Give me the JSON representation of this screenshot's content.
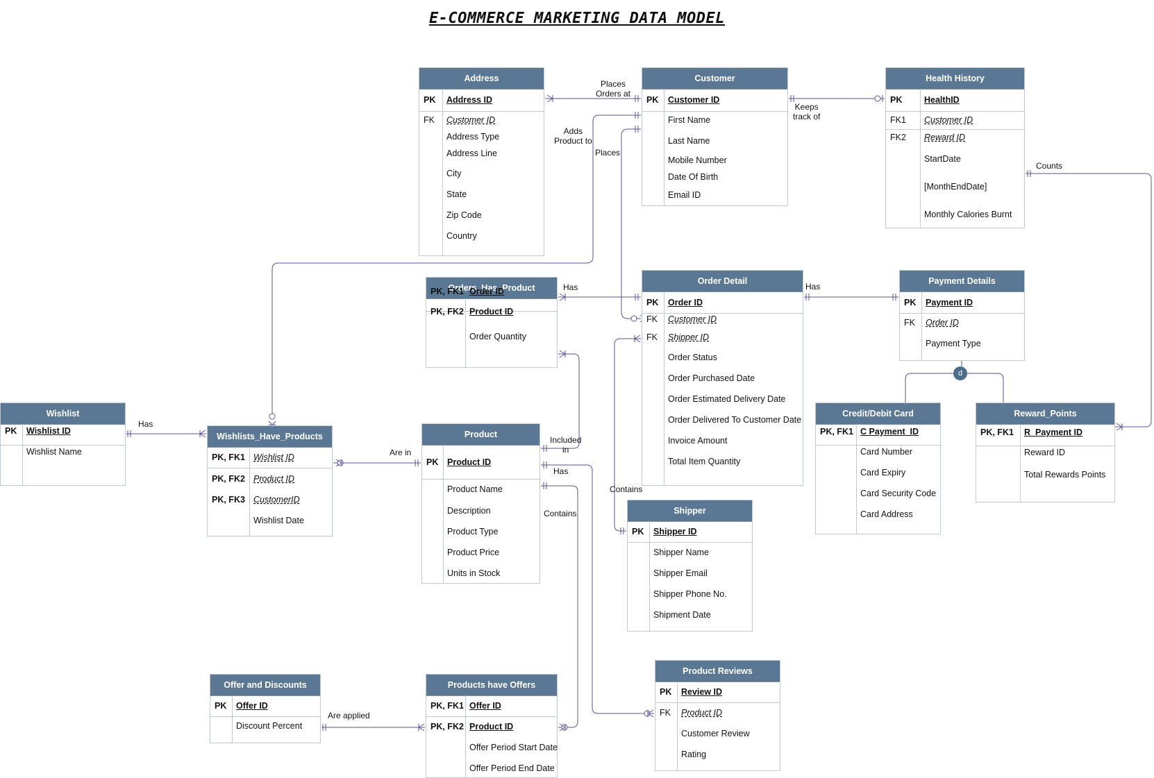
{
  "title": "E-COMMERCE MARKETING DATA MODEL",
  "colors": {
    "header": "#5a7793",
    "line": "#5b4fa0",
    "border": "#bfc7d2"
  },
  "entities": {
    "address": {
      "name": "Address",
      "rows": [
        {
          "k": "PK",
          "n": "Address ID",
          "t": "pk"
        },
        {
          "k": "FK",
          "n": "Customer ID",
          "t": "fk"
        },
        {
          "k": "",
          "n": "Address Type",
          "t": "a"
        },
        {
          "k": "",
          "n": "Address Line",
          "t": "a"
        },
        {
          "k": "",
          "n": "City",
          "t": "a"
        },
        {
          "k": "",
          "n": "State",
          "t": "a"
        },
        {
          "k": "",
          "n": "Zip Code",
          "t": "a"
        },
        {
          "k": "",
          "n": "Country",
          "t": "a"
        }
      ]
    },
    "customer": {
      "name": "Customer",
      "rows": [
        {
          "k": "PK",
          "n": "Customer ID",
          "t": "pk"
        },
        {
          "k": "",
          "n": "First Name",
          "t": "a"
        },
        {
          "k": "",
          "n": "Last Name",
          "t": "a"
        },
        {
          "k": "",
          "n": "Mobile Number",
          "t": "a"
        },
        {
          "k": "",
          "n": "Date Of Birth",
          "t": "a"
        },
        {
          "k": "",
          "n": "Email ID",
          "t": "a"
        }
      ]
    },
    "health": {
      "name": "Health History",
      "rows": [
        {
          "k": "PK",
          "n": "HealthID",
          "t": "pk"
        },
        {
          "k": "FK1",
          "n": "Customer ID",
          "t": "fk"
        },
        {
          "k": "FK2",
          "n": "Reward ID",
          "t": "fk"
        },
        {
          "k": "",
          "n": "StartDate",
          "t": "a"
        },
        {
          "k": "",
          "n": "[MonthEndDate]",
          "t": "a"
        },
        {
          "k": "",
          "n": "Monthly  Calories Burnt",
          "t": "a"
        }
      ]
    },
    "ohp": {
      "name": "Orders_Has_Product",
      "rows": [
        {
          "k": "PK, FK1",
          "n": "Order ID",
          "t": "pk"
        },
        {
          "k": "PK, FK2",
          "n": "Product ID",
          "t": "pk"
        },
        {
          "k": "",
          "n": "Order Quantity",
          "t": "a"
        }
      ]
    },
    "orderdetail": {
      "name": "Order Detail",
      "rows": [
        {
          "k": "PK",
          "n": "Order ID",
          "t": "pk"
        },
        {
          "k": "FK",
          "n": "Customer ID",
          "t": "fk"
        },
        {
          "k": "FK",
          "n": "Shipper ID",
          "t": "fk"
        },
        {
          "k": "",
          "n": "Order Status",
          "t": "a"
        },
        {
          "k": "",
          "n": "Order Purchased Date",
          "t": "a"
        },
        {
          "k": "",
          "n": "Order Estimated Delivery Date",
          "t": "a"
        },
        {
          "k": "",
          "n": "Order Delivered To Customer Date",
          "t": "a"
        },
        {
          "k": "",
          "n": "Invoice Amount",
          "t": "a"
        },
        {
          "k": "",
          "n": "Total Item Quantity",
          "t": "a"
        }
      ]
    },
    "payment": {
      "name": "Payment Details",
      "rows": [
        {
          "k": "PK",
          "n": "Payment ID",
          "t": "pk"
        },
        {
          "k": "FK",
          "n": "Order ID",
          "t": "fk"
        },
        {
          "k": "",
          "n": "Payment Type",
          "t": "a"
        }
      ]
    },
    "wishlist": {
      "name": "Wishlist",
      "rows": [
        {
          "k": "PK",
          "n": "Wishlist ID",
          "t": "pk"
        },
        {
          "k": "",
          "n": "Wishlist Name",
          "t": "a"
        }
      ]
    },
    "whp": {
      "name": "Wishlists_Have_Products",
      "rows": [
        {
          "k": "PK, FK1",
          "n": "Wishlist ID",
          "t": "fk"
        },
        {
          "k": "PK, FK2",
          "n": "Product ID",
          "t": "fk"
        },
        {
          "k": "PK, FK3",
          "n": "CustomerID",
          "t": "fk"
        },
        {
          "k": "",
          "n": "Wishlist Date",
          "t": "a"
        }
      ]
    },
    "product": {
      "name": "Product",
      "rows": [
        {
          "k": "PK",
          "n": "Product ID",
          "t": "pk"
        },
        {
          "k": "",
          "n": "Product Name",
          "t": "a"
        },
        {
          "k": "",
          "n": "Description",
          "t": "a"
        },
        {
          "k": "",
          "n": "Product Type",
          "t": "a"
        },
        {
          "k": "",
          "n": "Product Price",
          "t": "a"
        },
        {
          "k": "",
          "n": "Units in Stock",
          "t": "a"
        }
      ]
    },
    "credit": {
      "name": "Credit/Debit Card",
      "rows": [
        {
          "k": "PK, FK1",
          "n": "C Payment_ID",
          "t": "pk"
        },
        {
          "k": "",
          "n": "Card Number",
          "t": "a"
        },
        {
          "k": "",
          "n": "Card Expiry",
          "t": "a"
        },
        {
          "k": "",
          "n": "Card Security Code",
          "t": "a"
        },
        {
          "k": "",
          "n": "Card Address",
          "t": "a"
        }
      ]
    },
    "reward": {
      "name": "Reward_Points",
      "rows": [
        {
          "k": "PK, FK1",
          "n": "R_Payment ID",
          "t": "pk"
        },
        {
          "k": "",
          "n": "Reward ID",
          "t": "a"
        },
        {
          "k": "",
          "n": "Total Rewards Points",
          "t": "a"
        }
      ]
    },
    "shipper": {
      "name": "Shipper",
      "rows": [
        {
          "k": "PK",
          "n": "Shipper ID",
          "t": "pk"
        },
        {
          "k": "",
          "n": "Shipper Name",
          "t": "a"
        },
        {
          "k": "",
          "n": "Shipper Email",
          "t": "a"
        },
        {
          "k": "",
          "n": "Shipper Phone No.",
          "t": "a"
        },
        {
          "k": "",
          "n": "Shipment Date",
          "t": "a"
        }
      ]
    },
    "offer": {
      "name": "Offer and Discounts",
      "rows": [
        {
          "k": "PK",
          "n": "Offer ID",
          "t": "pk"
        },
        {
          "k": "",
          "n": "Discount Percent",
          "t": "a"
        }
      ]
    },
    "pho": {
      "name": "Products have Offers",
      "rows": [
        {
          "k": "PK, FK1",
          "n": "Offer ID",
          "t": "pk"
        },
        {
          "k": "PK, FK2",
          "n": "Product ID",
          "t": "pk"
        },
        {
          "k": "",
          "n": "Offer Period Start Date",
          "t": "a"
        },
        {
          "k": "",
          "n": "Offer Period End Date",
          "t": "a"
        }
      ]
    },
    "reviews": {
      "name": "Product Reviews",
      "rows": [
        {
          "k": "PK",
          "n": "Review ID",
          "t": "pk"
        },
        {
          "k": "FK",
          "n": "Product ID",
          "t": "fk"
        },
        {
          "k": "",
          "n": "Customer Review",
          "t": "a"
        },
        {
          "k": "",
          "n": "Rating",
          "t": "a"
        }
      ]
    }
  },
  "relationships": [
    "Places\nOrders at",
    "Keeps\ntrack of",
    "Adds\nProduct to",
    "Places",
    "Counts",
    "Has",
    "Has",
    "Has",
    "Are in",
    "Included\nin",
    "Has",
    "Contains",
    "Contains",
    "Are applied"
  ],
  "disjoint_symbol": "d"
}
